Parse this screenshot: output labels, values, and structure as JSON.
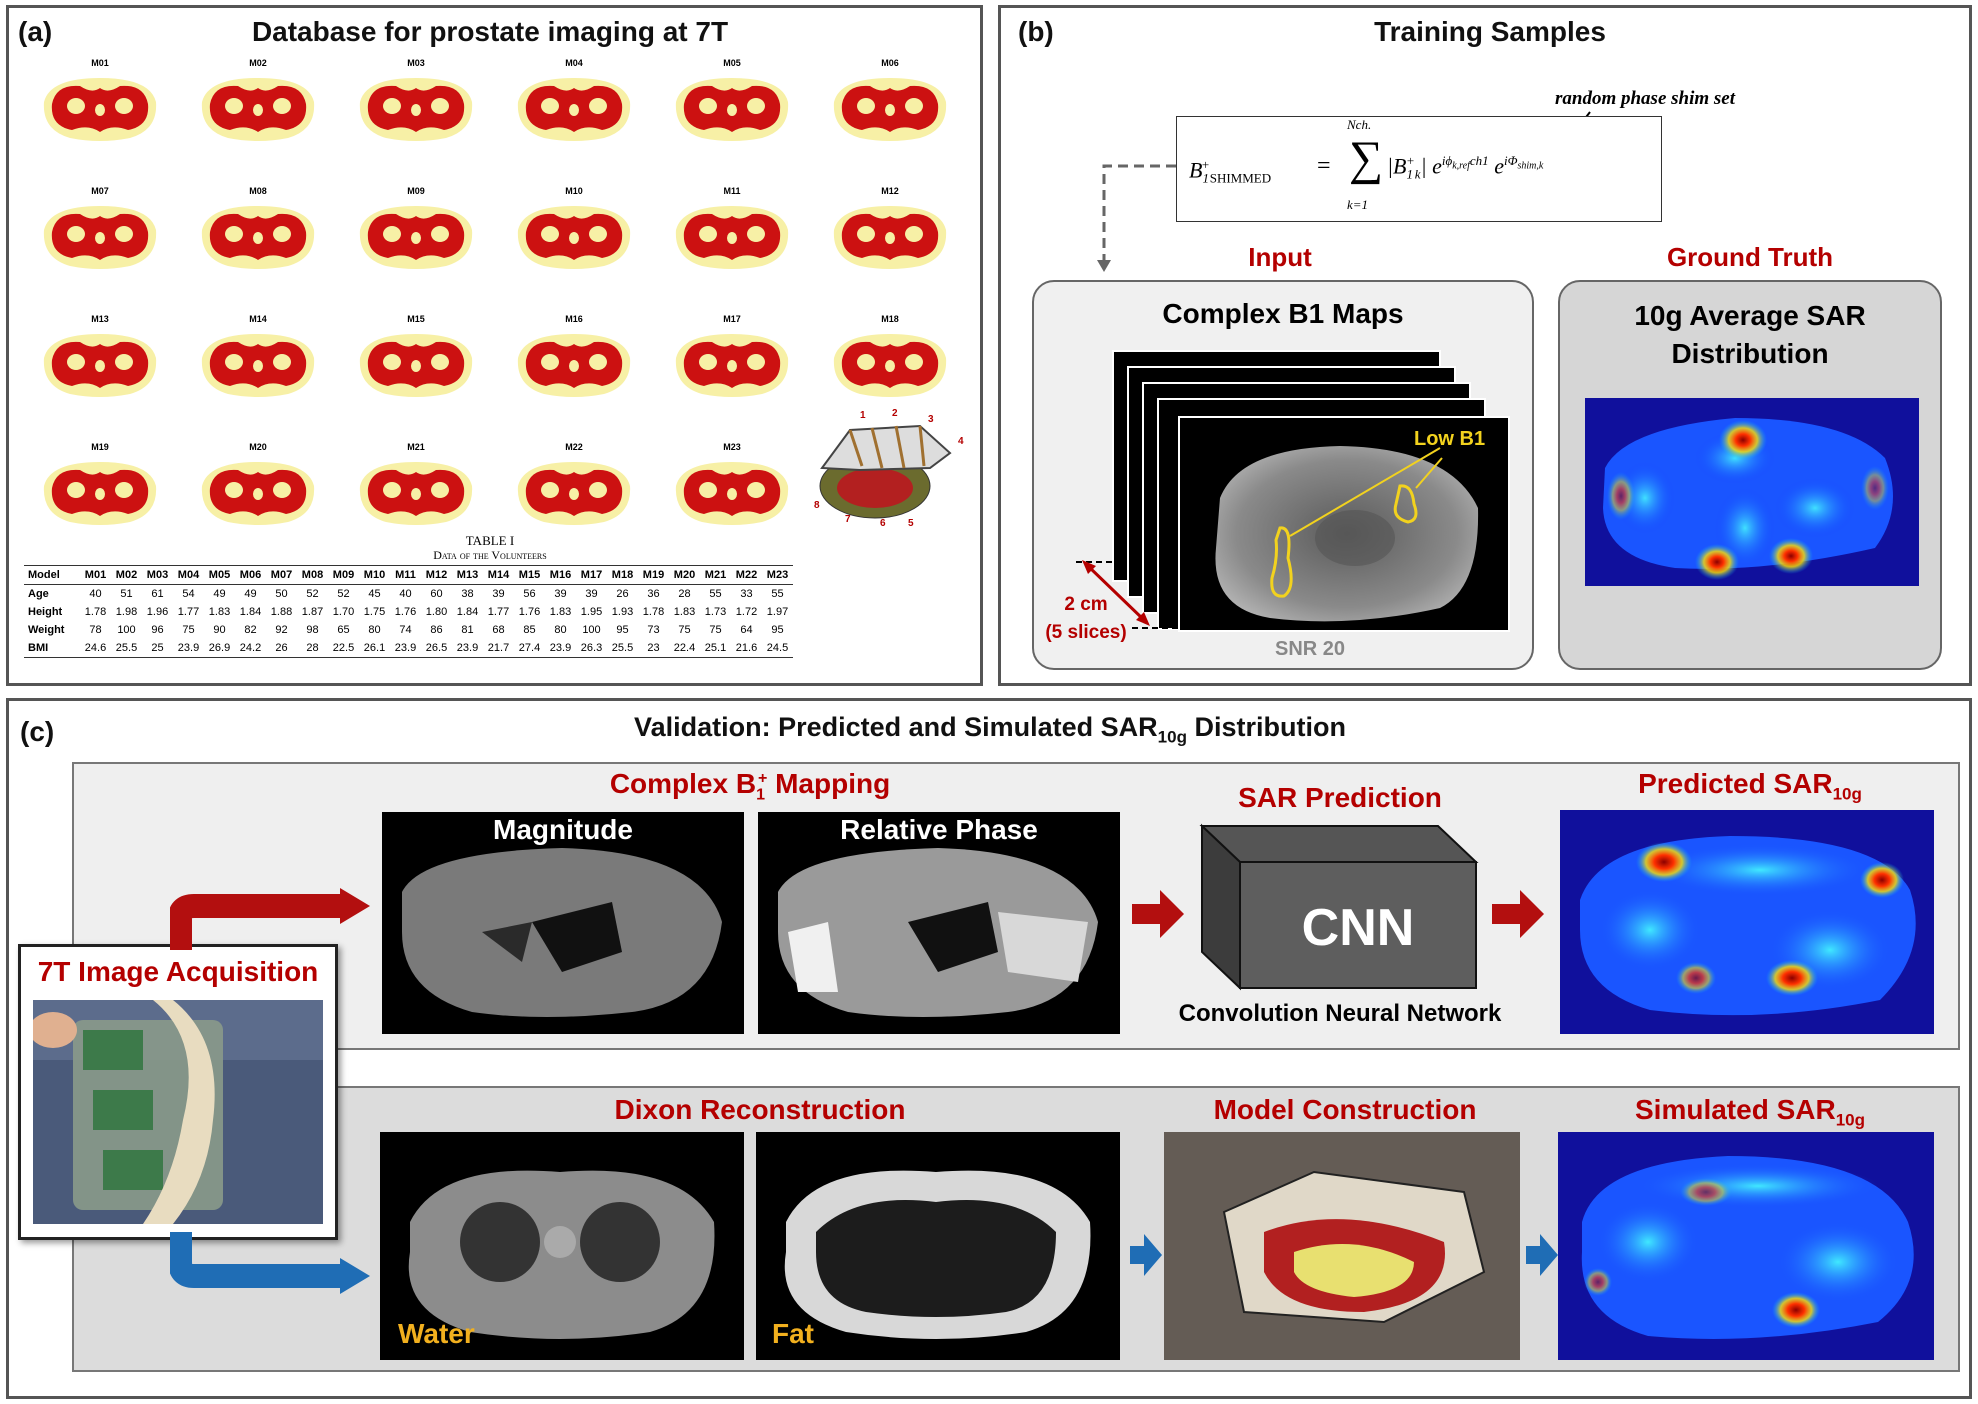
{
  "panel_a": {
    "label": "(a)",
    "title": "Database for prostate imaging at 7T",
    "models": [
      "M01",
      "M02",
      "M03",
      "M04",
      "M05",
      "M06",
      "M07",
      "M08",
      "M09",
      "M10",
      "M11",
      "M12",
      "M13",
      "M14",
      "M15",
      "M16",
      "M17",
      "M18",
      "M19",
      "M20",
      "M21",
      "M22",
      "M23"
    ],
    "coil_numbers": [
      "1",
      "2",
      "3",
      "4",
      "5",
      "6",
      "7",
      "8"
    ],
    "table": {
      "caption": "TABLE I",
      "subcaption": "Data of the Volunteers",
      "header_label": "Model",
      "rows": [
        {
          "label": "Age",
          "values": [
            "40",
            "51",
            "61",
            "54",
            "49",
            "49",
            "50",
            "52",
            "52",
            "45",
            "40",
            "60",
            "38",
            "39",
            "56",
            "39",
            "39",
            "26",
            "36",
            "28",
            "55",
            "33",
            "55"
          ]
        },
        {
          "label": "Height",
          "values": [
            "1.78",
            "1.98",
            "1.96",
            "1.77",
            "1.83",
            "1.84",
            "1.88",
            "1.87",
            "1.70",
            "1.75",
            "1.76",
            "1.80",
            "1.84",
            "1.77",
            "1.76",
            "1.83",
            "1.95",
            "1.93",
            "1.78",
            "1.83",
            "1.73",
            "1.72",
            "1.97"
          ]
        },
        {
          "label": "Weight",
          "values": [
            "78",
            "100",
            "96",
            "75",
            "90",
            "82",
            "92",
            "98",
            "65",
            "80",
            "74",
            "86",
            "81",
            "68",
            "85",
            "80",
            "100",
            "95",
            "73",
            "75",
            "75",
            "64",
            "95"
          ]
        },
        {
          "label": "BMI",
          "values": [
            "24.6",
            "25.5",
            "25",
            "23.9",
            "26.9",
            "24.2",
            "26",
            "28",
            "22.5",
            "26.1",
            "23.9",
            "26.5",
            "23.9",
            "21.7",
            "27.4",
            "23.9",
            "26.3",
            "25.5",
            "23",
            "22.4",
            "25.1",
            "21.6",
            "24.5"
          ]
        }
      ]
    }
  },
  "panel_b": {
    "label": "(b)",
    "title": "Training Samples",
    "annotation": "random phase shim set",
    "equation": {
      "lhs": "B",
      "lhs_sub": "1",
      "lhs_sup": "+",
      "lhs_tail": "SHIMMED",
      "sum_top": "Nch.",
      "sum_bottom": "k=1",
      "term_sub": "1",
      "term_sup": "+",
      "term_k": "k",
      "exp1": "iϕ",
      "exp1_sub": "k,ref",
      "exp1_tail": "ch1",
      "exp2": "iΦ",
      "exp2_sub": "shim,k"
    },
    "input_label": "Input",
    "ground_truth_label": "Ground Truth",
    "input_box_title": "Complex B1 Maps",
    "low_b1": "Low B1",
    "slice_label_1": "2 cm",
    "slice_label_2": "(5 slices)",
    "snr": "SNR 20",
    "gt_title_1": "10g Average SAR",
    "gt_title_2": "Distribution"
  },
  "panel_c": {
    "label": "(c)",
    "title_main": "Validation: Predicted and Simulated SAR",
    "title_sub": "10g",
    "title_tail": " Distribution",
    "acquisition": "7T Image Acquisition",
    "b1_mapping": "Complex B",
    "b1_mapping_sub": "1",
    "b1_mapping_sup": "+",
    "b1_mapping_tail": " Mapping",
    "magnitude": "Magnitude",
    "relative_phase": "Relative Phase",
    "sar_prediction": "SAR Prediction",
    "cnn": "CNN",
    "cnn_caption": "Convolution Neural Network",
    "predicted": "Predicted SAR",
    "predicted_sub": "10g",
    "dixon": "Dixon Reconstruction",
    "water": "Water",
    "fat": "Fat",
    "model_construction": "Model Construction",
    "simulated": "Simulated SAR",
    "simulated_sub": "10g"
  },
  "colors": {
    "accent_red": "#b40000",
    "tissue_red": "#cc1111",
    "fat_yellow": "#f7f0a6",
    "arrow_red": "#b30f0f",
    "arrow_blue": "#1f6db5",
    "label_yellow": "#f2b01e",
    "sar_blue": "#1010a0"
  }
}
